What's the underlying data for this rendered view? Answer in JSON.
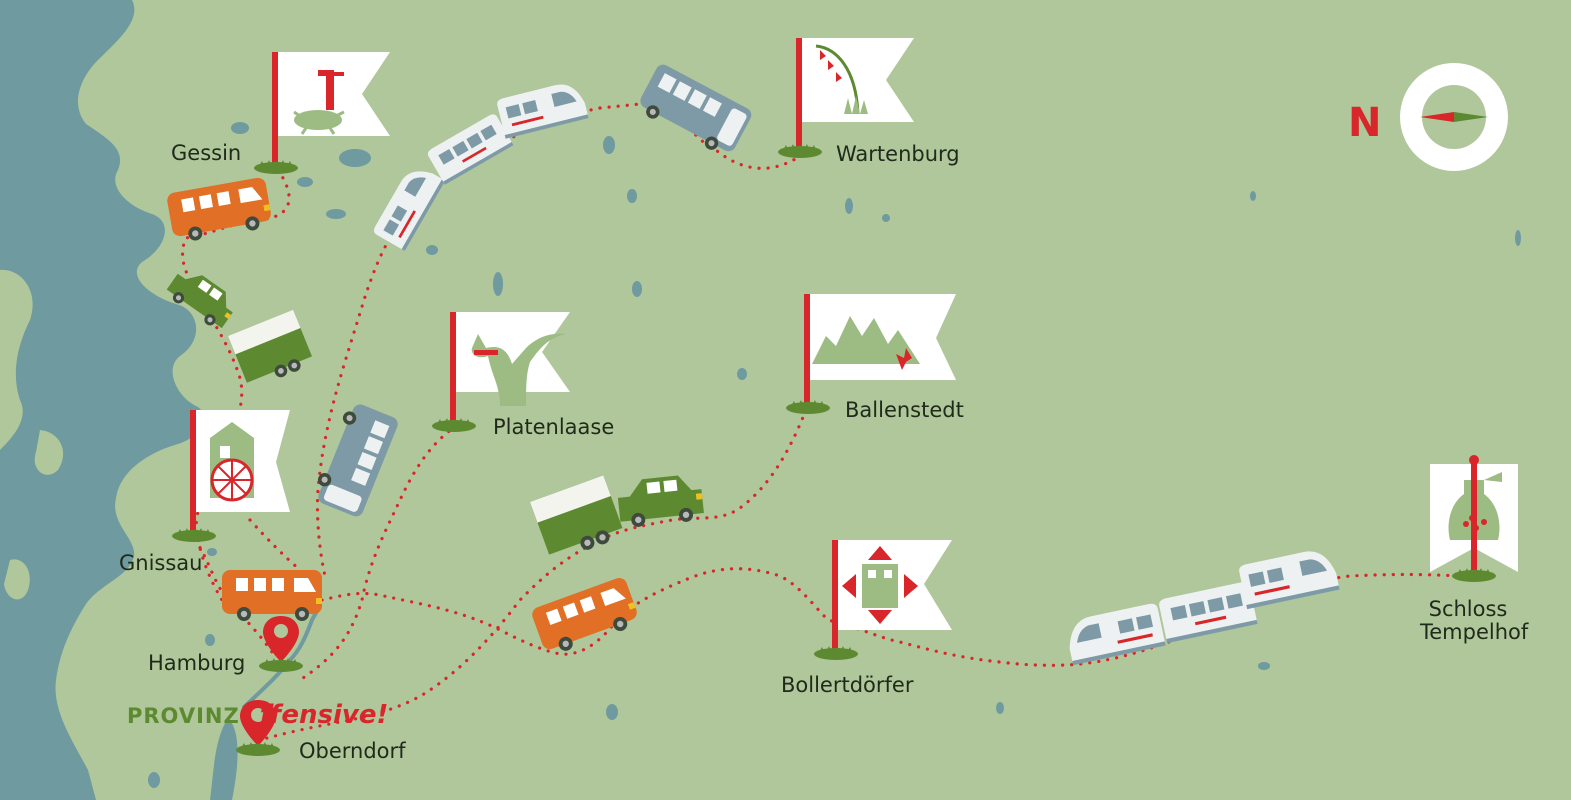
{
  "map": {
    "places": [
      {
        "id": "gessin",
        "name": "Gessin"
      },
      {
        "id": "wartenburg",
        "name": "Wartenburg"
      },
      {
        "id": "platenlaase",
        "name": "Platenlaase"
      },
      {
        "id": "ballenstedt",
        "name": "Ballenstedt"
      },
      {
        "id": "gnissau",
        "name": "Gnissau"
      },
      {
        "id": "hamburg",
        "name": "Hamburg"
      },
      {
        "id": "oberndorf",
        "name": "Oberndorf"
      },
      {
        "id": "bollertdoerfer",
        "name": "Bollertdörfer"
      },
      {
        "id": "schloss",
        "line1": "Schloss",
        "line2": "Tempelhof"
      }
    ],
    "brand": {
      "part1": "PROVINZ",
      "part2": "ffensive!"
    },
    "compass": {
      "label": "N"
    },
    "icons": [
      "water-pump-icon",
      "bluebell-flower-icon",
      "cat-icon",
      "mountains-icon",
      "house-wheel-icon",
      "castle-icon",
      "carafe-icon",
      "compass-icon",
      "location-pin-icon"
    ],
    "vehicles": [
      "orange-van",
      "green-car",
      "green-trailer",
      "train",
      "bus"
    ],
    "colors": {
      "land": "#afc79a",
      "water": "#6e9aa0",
      "route": "#d8262a",
      "flag": "#ffffff",
      "accent_green": "#5d8a31",
      "orange": "#e16f25"
    }
  }
}
